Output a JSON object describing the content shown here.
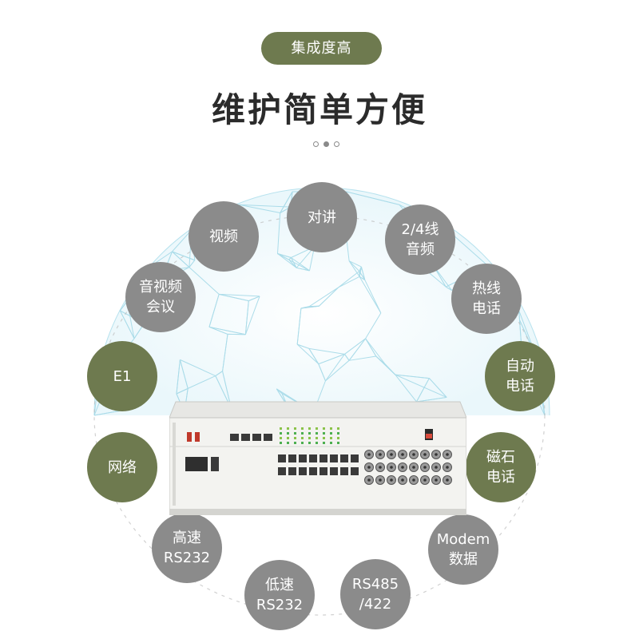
{
  "header": {
    "tag": "集成度高",
    "title": "维护简单方便"
  },
  "colors": {
    "accent_green": "#6e7a4f",
    "bubble_gray": "#8b8b8b",
    "globe_lines": "#9fd7e6"
  },
  "features": [
    {
      "label": "对讲",
      "style": "gray"
    },
    {
      "label": "视频",
      "style": "gray"
    },
    {
      "label": "2/4线\n音频",
      "style": "gray"
    },
    {
      "label": "音视频\n会议",
      "style": "gray"
    },
    {
      "label": "热线\n电话",
      "style": "gray"
    },
    {
      "label": "E1",
      "style": "green"
    },
    {
      "label": "自动\n电话",
      "style": "green"
    },
    {
      "label": "网络",
      "style": "green"
    },
    {
      "label": "磁石\n电话",
      "style": "green"
    },
    {
      "label": "高速\nRS232",
      "style": "gray"
    },
    {
      "label": "Modem\n数据",
      "style": "gray"
    },
    {
      "label": "低速\nRS232",
      "style": "gray"
    },
    {
      "label": "RS485\n/422",
      "style": "gray"
    }
  ],
  "device": {
    "icon": "rack-multiplexer-device"
  }
}
